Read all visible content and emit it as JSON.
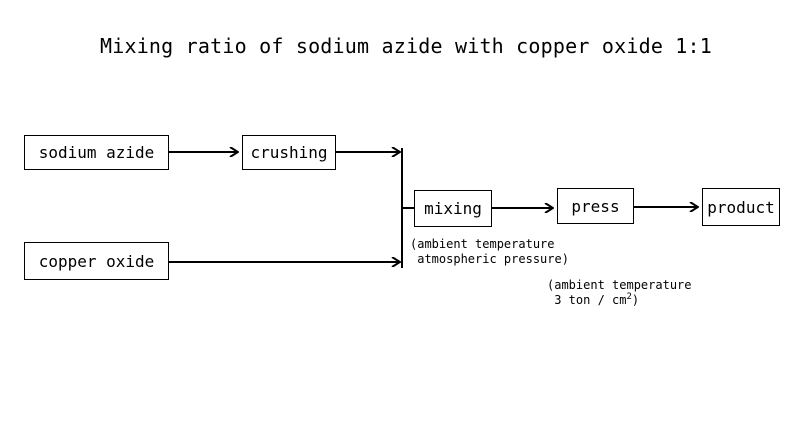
{
  "title": "Mixing ratio of sodium azide with copper oxide 1:1",
  "nodes": {
    "sodium_azide": "sodium azide",
    "crushing": "crushing",
    "copper_oxide": "copper oxide",
    "mixing": "mixing",
    "press": "press",
    "product": "product"
  },
  "notes": {
    "mixing_line1": "(ambient temperature",
    "mixing_line2": " atmospheric pressure)",
    "press_line1": "(ambient temperature",
    "press_line2_prefix": " 3 ton / cm",
    "press_line2_sup": "2",
    "press_line2_suffix": ")"
  },
  "colors": {
    "line": "#000000",
    "background": "#ffffff"
  }
}
